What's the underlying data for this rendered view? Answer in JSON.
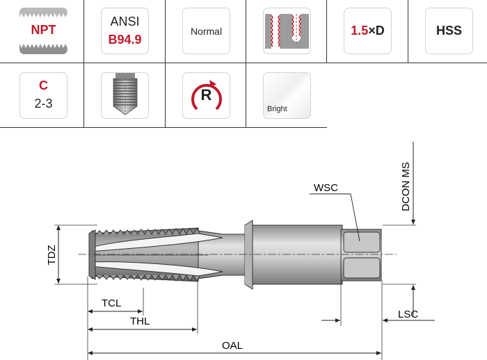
{
  "specs_row1": {
    "thread_standard": "NPT",
    "standard_prefix": "ANSI",
    "standard_code": "B94.9",
    "tap_type": "Normal",
    "depth_value": "1.5",
    "depth_unit": "×D",
    "material": "HSS"
  },
  "specs_row2": {
    "tolerance_class_letter": "C",
    "tolerance_class_range": "2-3",
    "rotation_letter": "R",
    "surface_finish": "Bright"
  },
  "icons": {
    "thread_form": "npt-thread-profile-icon",
    "hole_type": "blind-through-hole-icon",
    "chamfer_form": "tap-chamfer-icon",
    "rotation": "right-hand-rotation-icon",
    "finish": "bright-finish-swatch-icon"
  },
  "dimensions": {
    "wsc": "WSC",
    "dcon": "DCON MS",
    "tdz": "TDZ",
    "tcl": "TCL",
    "thl": "THL",
    "lsc": "LSC",
    "oal": "OAL"
  },
  "colors": {
    "accent_red": "#c0182a",
    "tile_border": "#d3d3d3",
    "line": "#333333"
  }
}
